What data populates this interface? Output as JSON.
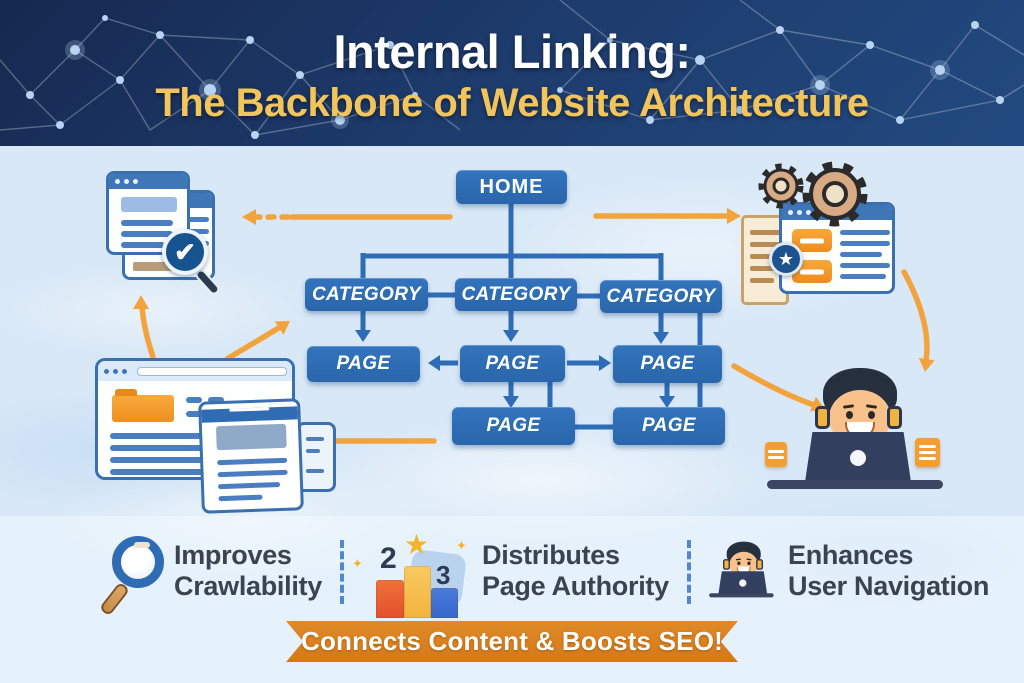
{
  "header": {
    "title": "Internal Linking:",
    "subtitle": "The Backbone of Website Architecture"
  },
  "diagram": {
    "home": "HOME",
    "categories": [
      "CATEGORY",
      "CATEGORY",
      "CATEGORY"
    ],
    "pages_row1": [
      "PAGE",
      "PAGE",
      "PAGE"
    ],
    "pages_row2": [
      "PAGE",
      "PAGE"
    ]
  },
  "benefits": [
    {
      "icon": "magnifier-icon",
      "line1": "Improves",
      "line2": "Crawlability"
    },
    {
      "icon": "podium-icon",
      "line1": "Distributes",
      "line2": "Page Authority"
    },
    {
      "icon": "user-headset-icon",
      "line1": "Enhances",
      "line2": "User Navigation"
    }
  ],
  "podium": {
    "rank2": "2",
    "rank3": "3"
  },
  "icons": {
    "check": "✔",
    "star": "★",
    "sparkle": "✦"
  },
  "ribbon": {
    "text": "Connects Content & Boosts SEO!"
  },
  "colors": {
    "header_navy": "#1d3a6b",
    "accent_blue": "#2e6cb5",
    "accent_orange": "#f3a33c",
    "title_gold": "#f2c45c",
    "body_blue": "#d8e8f7"
  }
}
